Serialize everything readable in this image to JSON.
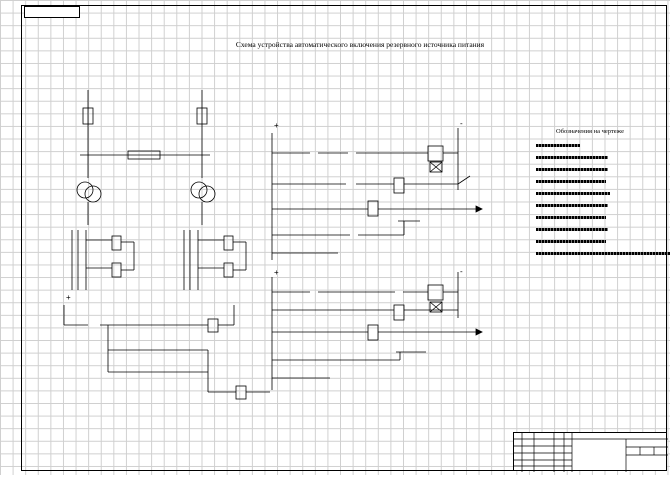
{
  "sheet": {
    "title": "Схема устройства автоматического включения резервного источника питания",
    "legend_title": "Обозначения на чертеже",
    "legend_item_count": 10
  },
  "diagram": {
    "plus_label": "+",
    "minus_label": "-"
  },
  "colors": {
    "line": "#000000",
    "grid": "#cfcfcf",
    "background": "#ffffff"
  }
}
